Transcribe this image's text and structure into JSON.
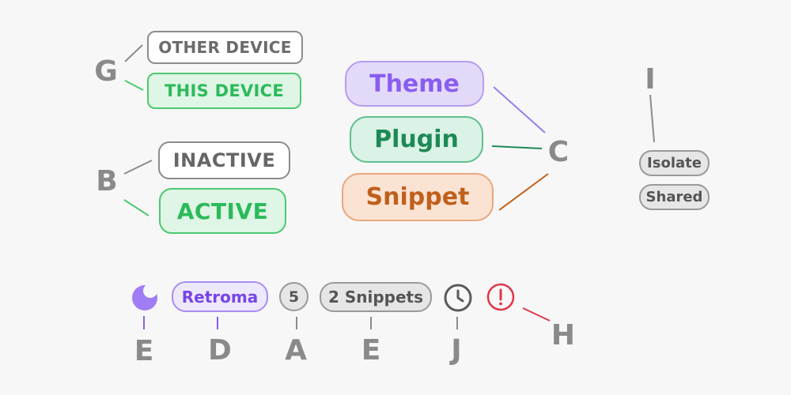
{
  "colors": {
    "green": "#4cc970",
    "gray": "#8c8c8c",
    "purple": "#8a5df0",
    "teal": "#1d8a55",
    "orange": "#c0601c",
    "red": "#e0384a",
    "label": "#8a8a8a"
  },
  "icons": {
    "theme_mode": "moon-icon",
    "history": "clock-icon",
    "warning": "alert-circle-icon"
  },
  "labels": {
    "A": "A",
    "B": "B",
    "C": "C",
    "D": "D",
    "E1": "E",
    "E2": "E",
    "G": "G",
    "H": "H",
    "I": "I",
    "J": "J"
  },
  "pills": {
    "other_device": "OTHER DEVICE",
    "this_device": "THIS DEVICE",
    "inactive": "INACTIVE",
    "active": "ACTIVE",
    "theme": "Theme",
    "plugin": "Plugin",
    "snippet": "Snippet",
    "isolate": "Isolate",
    "shared": "Shared"
  },
  "bottom_row": {
    "theme_name": "Retroma",
    "count": "5",
    "snippets": "2 Snippets"
  }
}
